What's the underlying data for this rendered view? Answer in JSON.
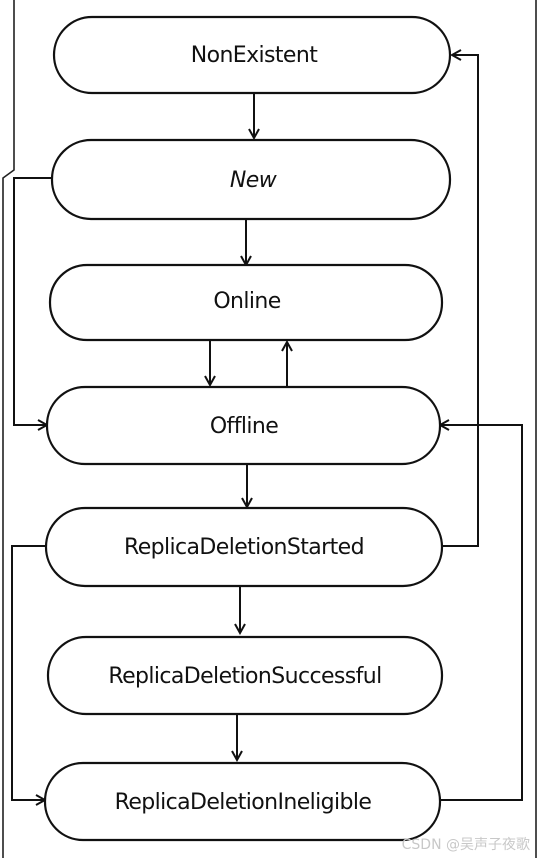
{
  "diagram": {
    "states": [
      {
        "id": "nonexistent",
        "label": "NonExistent"
      },
      {
        "id": "new",
        "label": "New"
      },
      {
        "id": "online",
        "label": "Online"
      },
      {
        "id": "offline",
        "label": "Offline"
      },
      {
        "id": "replica-deletion-started",
        "label": "ReplicaDeletionStarted"
      },
      {
        "id": "replica-deletion-successful",
        "label": "ReplicaDeletionSuccessful"
      },
      {
        "id": "replica-deletion-ineligible",
        "label": "ReplicaDeletionIneligible"
      }
    ],
    "transitions": [
      {
        "from": "NonExistent",
        "to": "New"
      },
      {
        "from": "New",
        "to": "Online"
      },
      {
        "from": "New",
        "to": "Offline"
      },
      {
        "from": "Online",
        "to": "Offline"
      },
      {
        "from": "Offline",
        "to": "Online"
      },
      {
        "from": "Offline",
        "to": "ReplicaDeletionStarted"
      },
      {
        "from": "ReplicaDeletionStarted",
        "to": "NonExistent"
      },
      {
        "from": "ReplicaDeletionStarted",
        "to": "ReplicaDeletionSuccessful"
      },
      {
        "from": "ReplicaDeletionStarted",
        "to": "ReplicaDeletionIneligible"
      },
      {
        "from": "ReplicaDeletionSuccessful",
        "to": "ReplicaDeletionIneligible"
      },
      {
        "from": "ReplicaDeletionIneligible",
        "to": "Offline"
      }
    ]
  },
  "watermark": "CSDN @吴声子夜歌"
}
